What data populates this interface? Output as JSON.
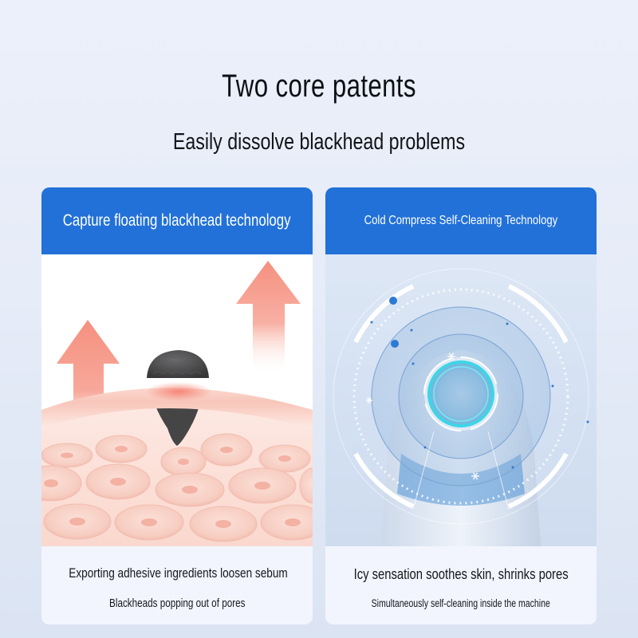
{
  "page": {
    "title": "Two core patents",
    "subtitle": "Easily dissolve blackhead problems"
  },
  "colors": {
    "accent_blue": "#2271d8",
    "background": "#e8edf9",
    "arrow_salmon": "#f59a8c",
    "blackhead_gray": "#4a4a4c",
    "cyan_glow": "#3fd5e6"
  },
  "cards": [
    {
      "header": "Capture floating blackhead technology",
      "illustration": "skin-layer-blackhead-extraction",
      "icons": [
        "up-arrow-icon",
        "up-arrow-icon",
        "blackhead-icon",
        "skin-cells"
      ],
      "caption_main": "Exporting adhesive ingredients loosen sebum",
      "caption_sub": "Blackheads popping out of pores"
    },
    {
      "header": "Cold Compress Self-Cleaning Technology",
      "illustration": "cooling-device-tip-hud-rings",
      "icons": [
        "device-tip-icon",
        "snowflake-icon",
        "hud-ring"
      ],
      "caption_main": "Icy sensation soothes skin, shrinks pores",
      "caption_sub": "Simultaneously self-cleaning inside the machine"
    }
  ]
}
